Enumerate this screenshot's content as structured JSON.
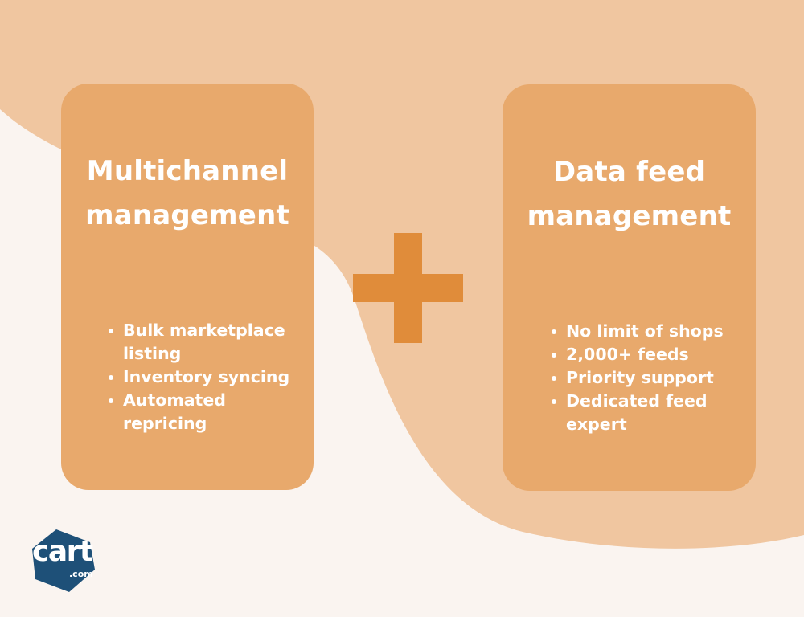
{
  "colors": {
    "background": "#faf4f0",
    "blob": "#f0c6a0",
    "card": "#e8a96c",
    "plus": "#e08c3a",
    "logo": "#1e5078",
    "text": "#ffffff"
  },
  "cards": [
    {
      "title": "Multichannel management",
      "items": [
        "Bulk marketplace listing",
        "Inventory syncing",
        "Automated repricing"
      ]
    },
    {
      "title": "Data feed management",
      "items": [
        "No limit of shops",
        "2,000+ feeds",
        "Priority support",
        "Dedicated feed expert"
      ]
    }
  ],
  "logo": {
    "name": "cart",
    "suffix": ".com"
  },
  "icons": {
    "plus": "plus-icon",
    "logo": "cart-logo-icon"
  }
}
